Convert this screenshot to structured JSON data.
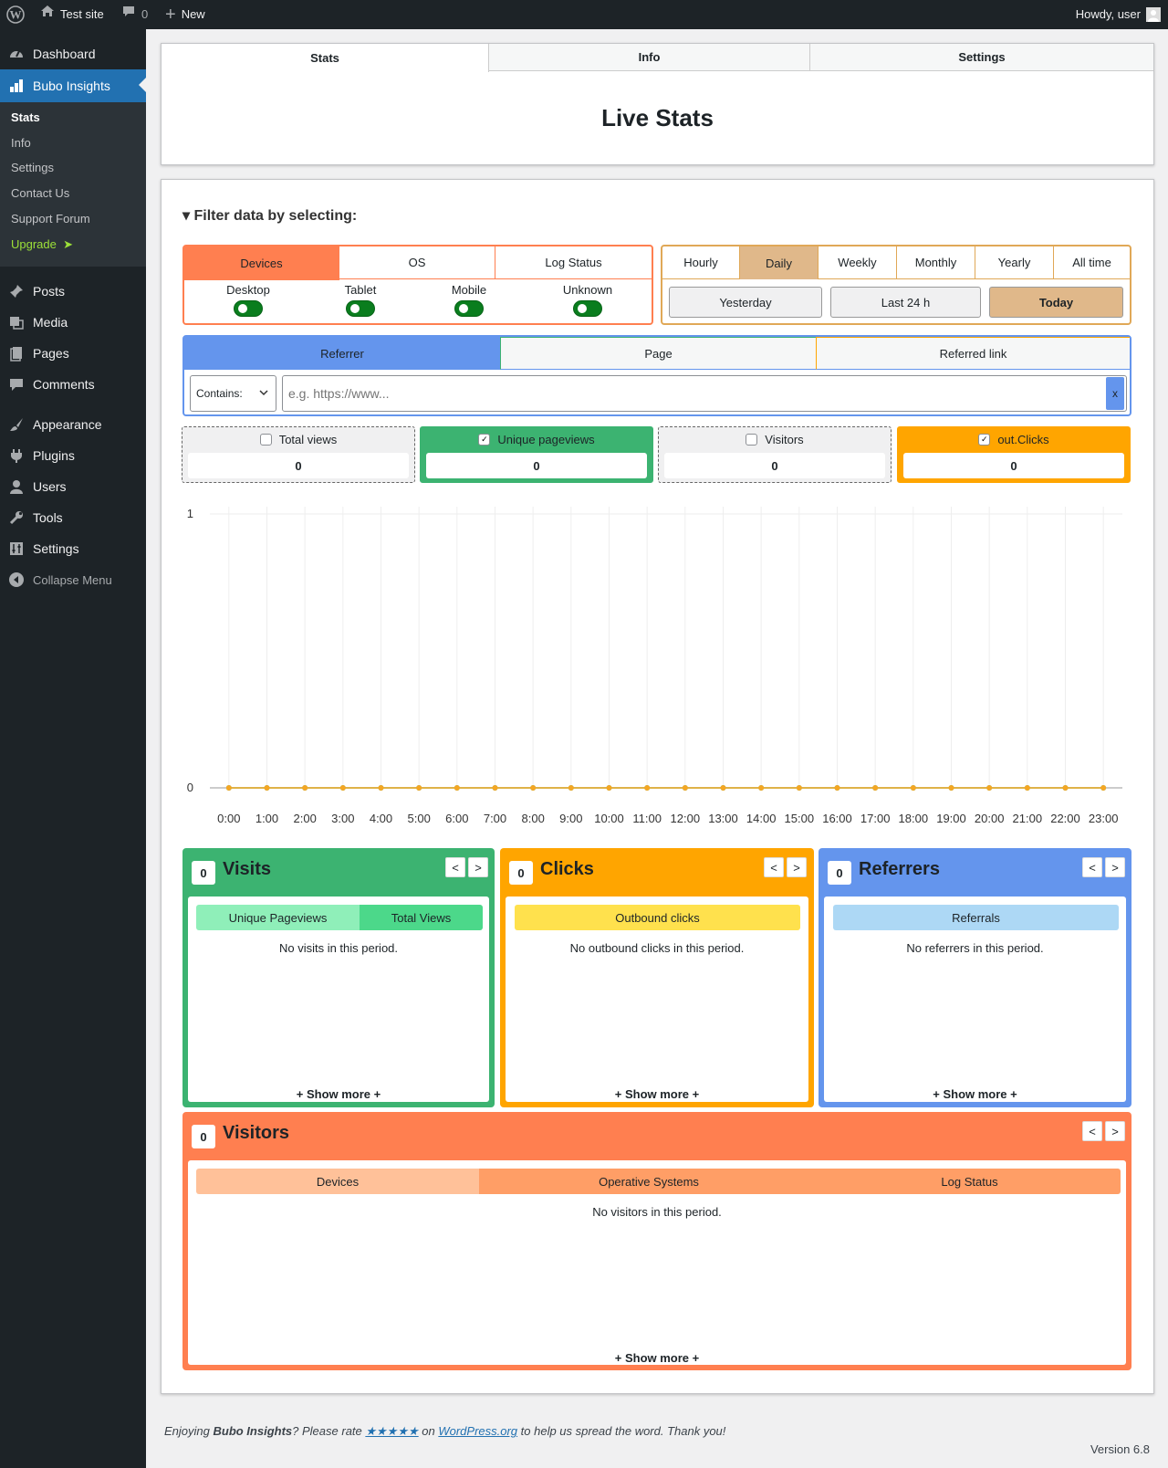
{
  "adminbar": {
    "site_name": "Test site",
    "comments_count": "0",
    "new_label": "New",
    "howdy": "Howdy, user"
  },
  "sidebar": {
    "dashboard": "Dashboard",
    "plugin": "Bubo Insights",
    "submenu": [
      "Stats",
      "Info",
      "Settings",
      "Contact Us",
      "Support Forum",
      "Upgrade"
    ],
    "upgrade_arrow": "➤",
    "items": [
      "Posts",
      "Media",
      "Pages",
      "Comments",
      "Appearance",
      "Plugins",
      "Users",
      "Tools",
      "Settings"
    ],
    "collapse": "Collapse Menu"
  },
  "tabs": [
    "Stats",
    "Info",
    "Settings"
  ],
  "page_title": "Live Stats",
  "filter_title": "▾ Filter data by selecting:",
  "device_filter": {
    "tabs": [
      "Devices",
      "OS",
      "Log Status"
    ],
    "toggles": [
      "Desktop",
      "Tablet",
      "Mobile",
      "Unknown"
    ]
  },
  "period": {
    "tabs": [
      "Hourly",
      "Daily",
      "Weekly",
      "Monthly",
      "Yearly",
      "All time"
    ],
    "active": "Daily",
    "ranges": [
      "Yesterday",
      "Last 24 h",
      "Today"
    ],
    "active_range": "Today"
  },
  "source": {
    "tabs": [
      "Referrer",
      "Page",
      "Referred link"
    ],
    "select_value": "Contains:",
    "input_placeholder": "e.g. https://www...",
    "clear_label": "x"
  },
  "metrics": [
    {
      "label": "Total views",
      "value": "0",
      "checked": false
    },
    {
      "label": "Unique pageviews",
      "value": "0",
      "checked": true
    },
    {
      "label": "Visitors",
      "value": "0",
      "checked": false
    },
    {
      "label": "out.Clicks",
      "value": "0",
      "checked": true
    }
  ],
  "chart_data": {
    "type": "line",
    "x": [
      "0:00",
      "1:00",
      "2:00",
      "3:00",
      "4:00",
      "5:00",
      "6:00",
      "7:00",
      "8:00",
      "9:00",
      "10:00",
      "11:00",
      "12:00",
      "13:00",
      "14:00",
      "15:00",
      "16:00",
      "17:00",
      "18:00",
      "19:00",
      "20:00",
      "21:00",
      "22:00",
      "23:00"
    ],
    "series": [
      {
        "values": [
          0,
          0,
          0,
          0,
          0,
          0,
          0,
          0,
          0,
          0,
          0,
          0,
          0,
          0,
          0,
          0,
          0,
          0,
          0,
          0,
          0,
          0,
          0,
          0
        ],
        "color": "#3cb371"
      },
      {
        "values": [
          0,
          0,
          0,
          0,
          0,
          0,
          0,
          0,
          0,
          0,
          0,
          0,
          0,
          0,
          0,
          0,
          0,
          0,
          0,
          0,
          0,
          0,
          0,
          0
        ],
        "color": "#f5a623"
      }
    ],
    "yticks": [
      "0",
      "1"
    ],
    "ylim": [
      0,
      1
    ],
    "grid": true,
    "title": "",
    "xlabel": "",
    "ylabel": ""
  },
  "widgets": {
    "visits": {
      "count": "0",
      "title": "Visits",
      "tabs": [
        "Unique Pageviews",
        "Total Views"
      ],
      "empty": "No visits in this period.",
      "more": "+ Show more +"
    },
    "clicks": {
      "count": "0",
      "title": "Clicks",
      "tabs": [
        "Outbound clicks"
      ],
      "empty": "No outbound clicks in this period.",
      "more": "+ Show more +"
    },
    "referrers": {
      "count": "0",
      "title": "Referrers",
      "tabs": [
        "Referrals"
      ],
      "empty": "No referrers in this period.",
      "more": "+ Show more +"
    },
    "visitors": {
      "count": "0",
      "title": "Visitors",
      "tabs": [
        "Devices",
        "Operative Systems",
        "Log Status"
      ],
      "empty": "No visitors in this period.",
      "more": "+ Show more +"
    },
    "prev": "<",
    "next": ">"
  },
  "footer": {
    "text1": "Enjoying ",
    "brand": "Bubo Insights",
    "text2": "? Please rate ",
    "stars": "★★★★★",
    "text3": " on ",
    "link": "WordPress.org",
    "text4": " to help us spread the word. Thank you!",
    "version": "Version 6.8"
  },
  "colors": {
    "devices": "#ff7f50",
    "period": "#e0a857",
    "referrer": "#6495ed",
    "visits": "#3cb371",
    "clicks": "#ffa500",
    "referrers": "#6495ed",
    "visitors": "#ff7f50"
  }
}
